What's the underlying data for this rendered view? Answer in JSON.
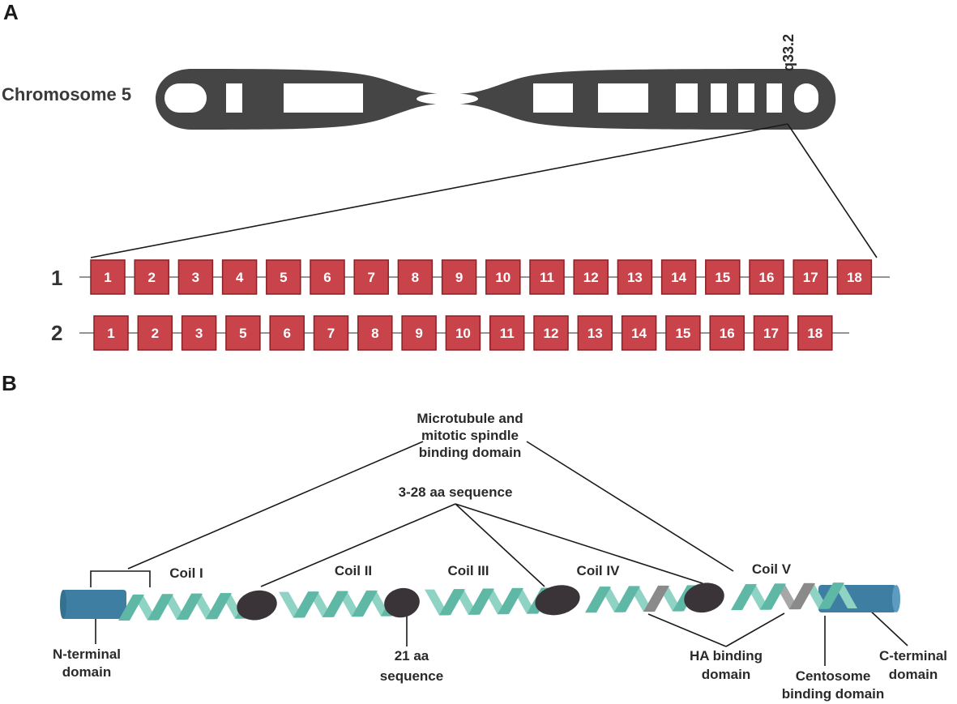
{
  "panel_a": {
    "letter": "A",
    "chromosome_label": "Chromosome 5",
    "locus_label": "q33.2",
    "colors": {
      "chromosome": "#454545",
      "exon": "#c9444a",
      "exon_border": "#8a1f25"
    },
    "transcripts": [
      {
        "label": "1",
        "exons": [
          "1",
          "2",
          "3",
          "4",
          "5",
          "6",
          "7",
          "8",
          "9",
          "10",
          "11",
          "12",
          "13",
          "14",
          "15",
          "16",
          "17",
          "18"
        ]
      },
      {
        "label": "2",
        "exons": [
          "1",
          "2",
          "3",
          "5",
          "6",
          "7",
          "8",
          "9",
          "10",
          "11",
          "12",
          "13",
          "14",
          "15",
          "16",
          "17",
          "18"
        ]
      }
    ]
  },
  "panel_b": {
    "letter": "B",
    "labels": {
      "microtubule_line1": "Microtubule and",
      "microtubule_line2": "mitotic spindle",
      "microtubule_line3": "binding domain",
      "aa_3_28": "3-28 aa sequence",
      "coil_1": "Coil I",
      "coil_2": "Coil II",
      "coil_3": "Coil III",
      "coil_4": "Coil IV",
      "coil_5": "Coil V",
      "n_term_line1": "N-terminal",
      "n_term_line2": "domain",
      "aa_21_line1": "21 aa",
      "aa_21_line2": "sequence",
      "ha_line1": "HA binding",
      "ha_line2": "domain",
      "centrosome_line1": "Centosome",
      "centrosome_line2": "binding domain",
      "c_term_line1": "C-terminal",
      "c_term_line2": "domain"
    },
    "colors": {
      "rod": "#3f7ea3",
      "helix_front": "#5fb8a6",
      "helix_back": "#8fd3c4",
      "linker": "#3a3438",
      "ha": "#8a8a8a"
    }
  }
}
